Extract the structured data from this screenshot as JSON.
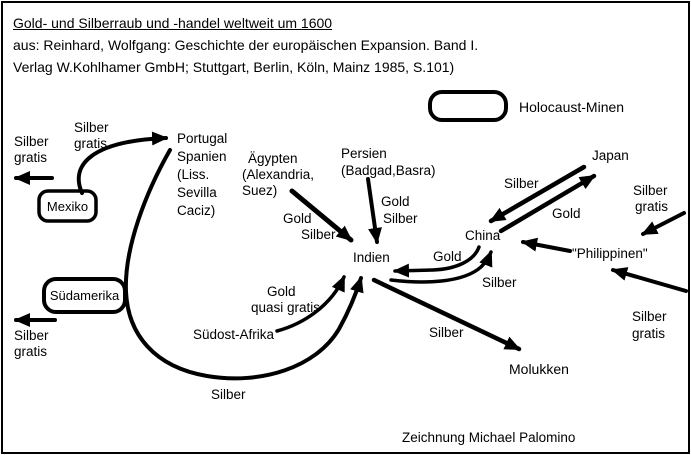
{
  "header": {
    "title": "Gold- und Silberraub und -handel weltweit um 1600",
    "source_line_1": "aus: Reinhard, Wolfgang: Geschichte der europäischen Expansion. Band I.",
    "source_line_2": "Verlag W.Kohlhamer GmbH; Stuttgart, Berlin, Köln, Mainz 1985, S.101)"
  },
  "legend": {
    "label": "Holocaust-Minen"
  },
  "nodes": {
    "mexiko": "Mexiko",
    "suedamerika": "Südamerika",
    "portugal_spanien": {
      "l1": "Portugal",
      "l2": "Spanien",
      "l3": "(Liss.",
      "l4": "Sevilla",
      "l5": "Caciz)"
    },
    "aegypten": {
      "l1": "Ägypten",
      "l2": "(Alexandria,",
      "l3": "Suez)"
    },
    "persien": {
      "l1": "Persien",
      "l2": "(Badgad,Basra)"
    },
    "indien": "Indien",
    "china": "China",
    "japan": "Japan",
    "philippinen": "\"Philippinen\"",
    "molukken": "Molukken",
    "suedost_afrika": "Südost-Afrika"
  },
  "flow_labels": {
    "mexiko_export": {
      "l1": "Silber",
      "l2": "gratis"
    },
    "mexiko_to_portugal": {
      "l1": "Silber",
      "l2": "gratis"
    },
    "suedamerika_export": {
      "l1": "Silber",
      "l2": "gratis"
    },
    "aegypten_to_indien": {
      "l1": "Gold",
      "l2": "Silber"
    },
    "persien_to_indien": {
      "l1": "Gold",
      "l2": "Silber"
    },
    "china_to_indien": "Gold",
    "indien_to_china": "Silber",
    "japan_to_china": "Silber",
    "china_to_japan": "Gold",
    "portugal_to_indien": "Silber",
    "suedost_afrika_to_indien": {
      "l1": "Gold",
      "l2": "quasi gratis"
    },
    "indien_to_molukken": "Silber",
    "to_philippinen_north": {
      "l1": "Silber",
      "l2": "gratis"
    },
    "to_philippinen_south": {
      "l1": "Silber",
      "l2": "gratis"
    }
  },
  "credit": "Zeichnung Michael Palomino",
  "colors": {
    "ink": "#000000",
    "background": "#ffffff"
  }
}
